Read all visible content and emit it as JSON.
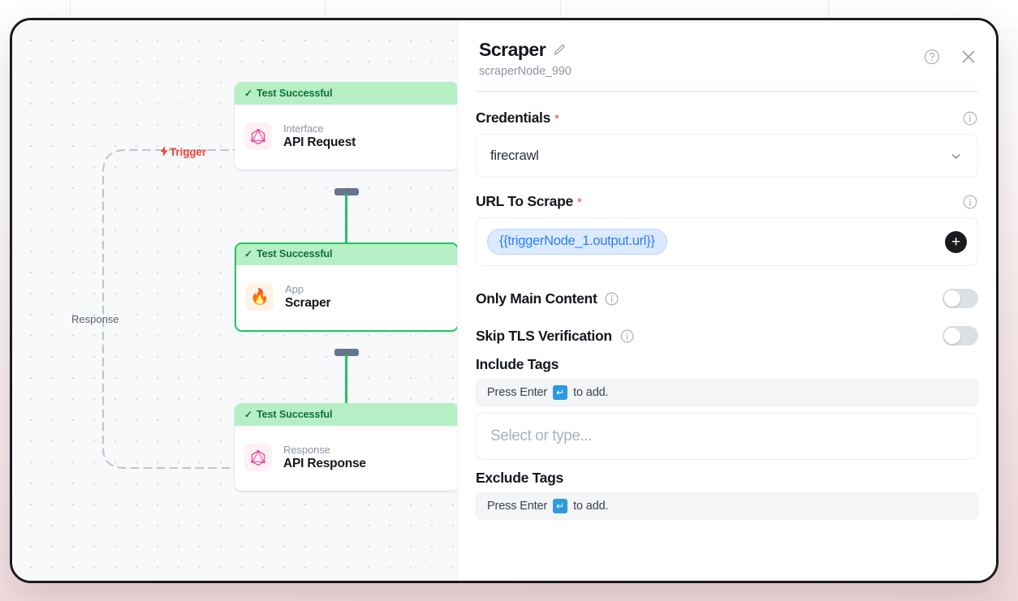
{
  "canvas": {
    "trigger_label": "Trigger",
    "trigger_bolt": "⚡",
    "response_label": "Response",
    "nodes": [
      {
        "status": "Test Successful",
        "status_tick": "✓",
        "kind": "Interface",
        "title": "API Request",
        "icon": "graphql-icon",
        "selected": false
      },
      {
        "status": "Test Successful",
        "status_tick": "✓",
        "kind": "App",
        "title": "Scraper",
        "icon": "firecrawl-flame-icon",
        "selected": true
      },
      {
        "status": "Test Successful",
        "status_tick": "✓",
        "kind": "Response",
        "title": "API Response",
        "icon": "graphql-icon",
        "selected": false
      }
    ]
  },
  "panel": {
    "title": "Scraper",
    "subtitle": "scraperNode_990",
    "edit_icon": "pencil-icon",
    "help_icon": "question-circle-icon",
    "close_icon": "close-icon",
    "fields": {
      "credentials": {
        "label": "Credentials",
        "required": "*",
        "value": "firecrawl",
        "info_icon": "info-icon",
        "caret_icon": "chevron-down-icon"
      },
      "url_to_scrape": {
        "label": "URL To Scrape",
        "required": "*",
        "chip": "{{triggerNode_1.output.url}}",
        "add_label": "+",
        "info_icon": "info-icon"
      },
      "only_main_content": {
        "label": "Only Main Content",
        "info_icon": "info-icon",
        "state": "off"
      },
      "skip_tls_verification": {
        "label": "Skip TLS Verification",
        "info_icon": "info-icon",
        "state": "off"
      },
      "include_tags": {
        "label": "Include Tags",
        "hint_pre": "Press Enter",
        "hint_key": "↵",
        "hint_post": "to add.",
        "placeholder": "Select or type..."
      },
      "exclude_tags": {
        "label": "Exclude Tags",
        "hint_pre": "Press Enter",
        "hint_key": "↵",
        "hint_post": "to add."
      }
    }
  },
  "colors": {
    "success_bg": "#b7efc5",
    "success_text": "#11703a",
    "edge_green": "#22c55e",
    "trigger_red": "#f04438",
    "chip_blue": "#2d7ff9",
    "frame_dark": "#1b1b1f"
  }
}
